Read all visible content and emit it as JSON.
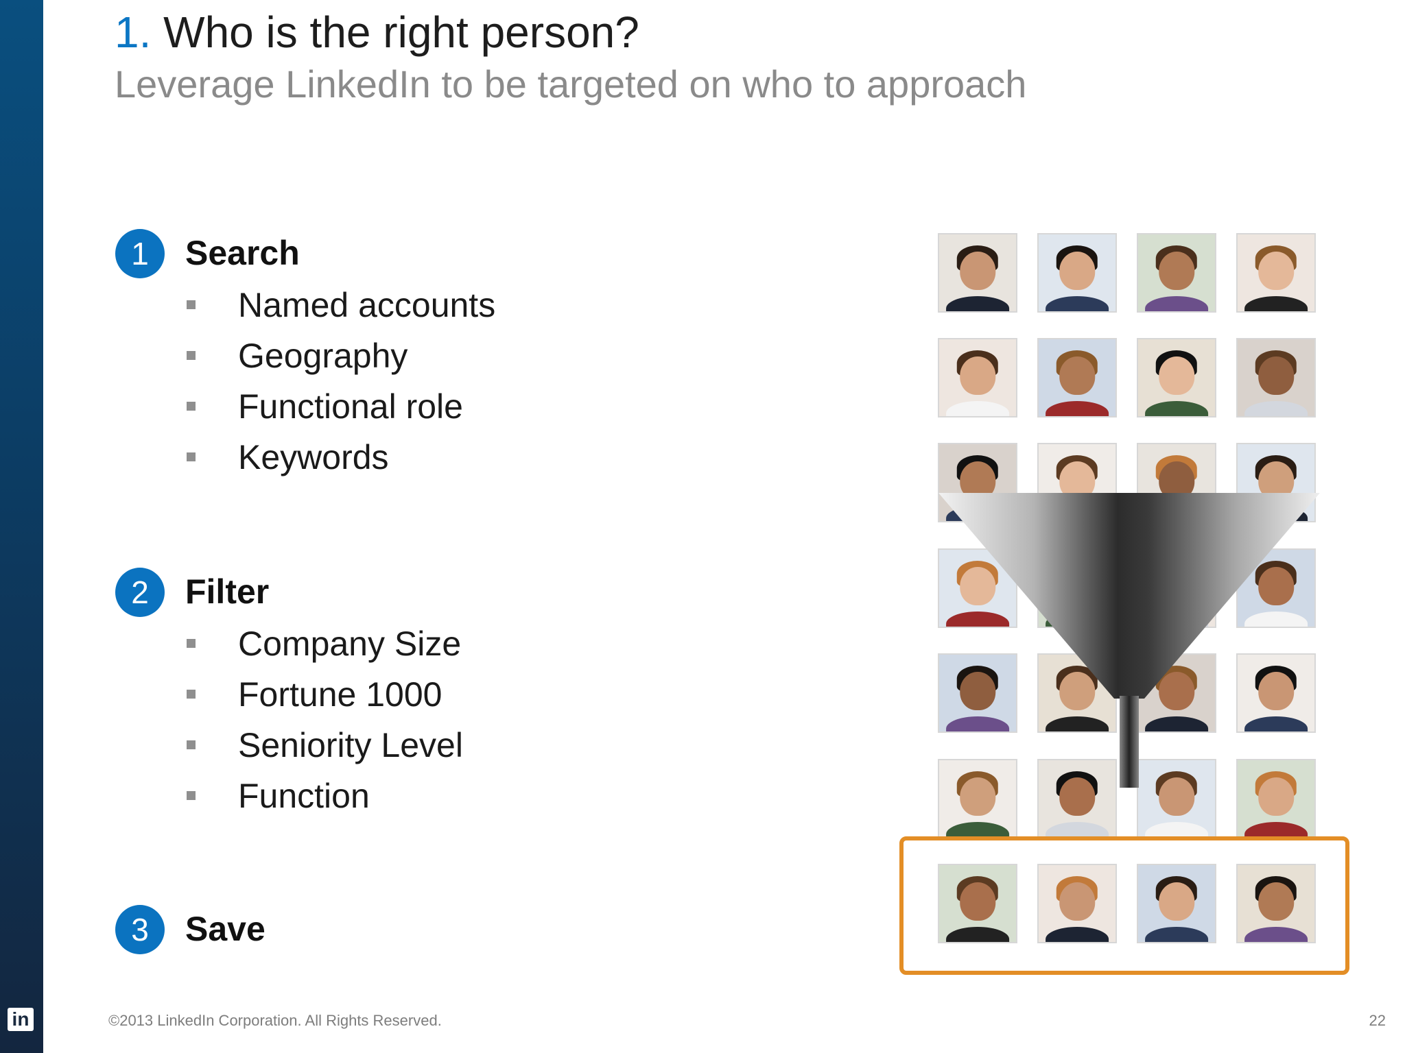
{
  "slide": {
    "title_number": "1.",
    "title_text": " Who is the right person?",
    "subtitle": "Leverage LinkedIn to be targeted on who to approach",
    "footer": "©2013 LinkedIn Corporation. All Rights Reserved.",
    "page_number": "22",
    "logo_text": "in"
  },
  "steps": [
    {
      "number": "1",
      "label": "Search",
      "bullets": [
        "Named accounts",
        "Geography",
        "Functional role",
        "Keywords"
      ]
    },
    {
      "number": "2",
      "label": "Filter",
      "bullets": [
        "Company Size",
        "Fortune 1000",
        "Seniority Level",
        "Function"
      ]
    },
    {
      "number": "3",
      "label": "Save",
      "bullets": []
    }
  ],
  "colors": {
    "accent_blue": "#0b73c0",
    "highlight_orange": "#e38e26",
    "sidebar_dark": "#0c3c63"
  },
  "graphic": {
    "icon": "funnel-icon",
    "photo_rows": 7,
    "photo_cols": 4,
    "highlighted_row": 7
  }
}
